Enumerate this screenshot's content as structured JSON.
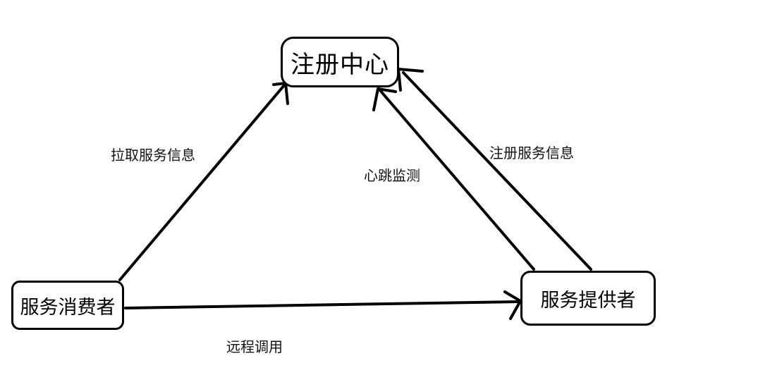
{
  "diagram": {
    "nodes": {
      "registry": "注册中心",
      "consumer": "服务消费者",
      "provider": "服务提供者"
    },
    "edges": {
      "pull": "拉取服务信息",
      "heartbeat": "心跳监测",
      "register": "注册服务信息",
      "rpc": "远程调用"
    },
    "colors": {
      "stroke": "#000000",
      "background": "#ffffff"
    }
  }
}
